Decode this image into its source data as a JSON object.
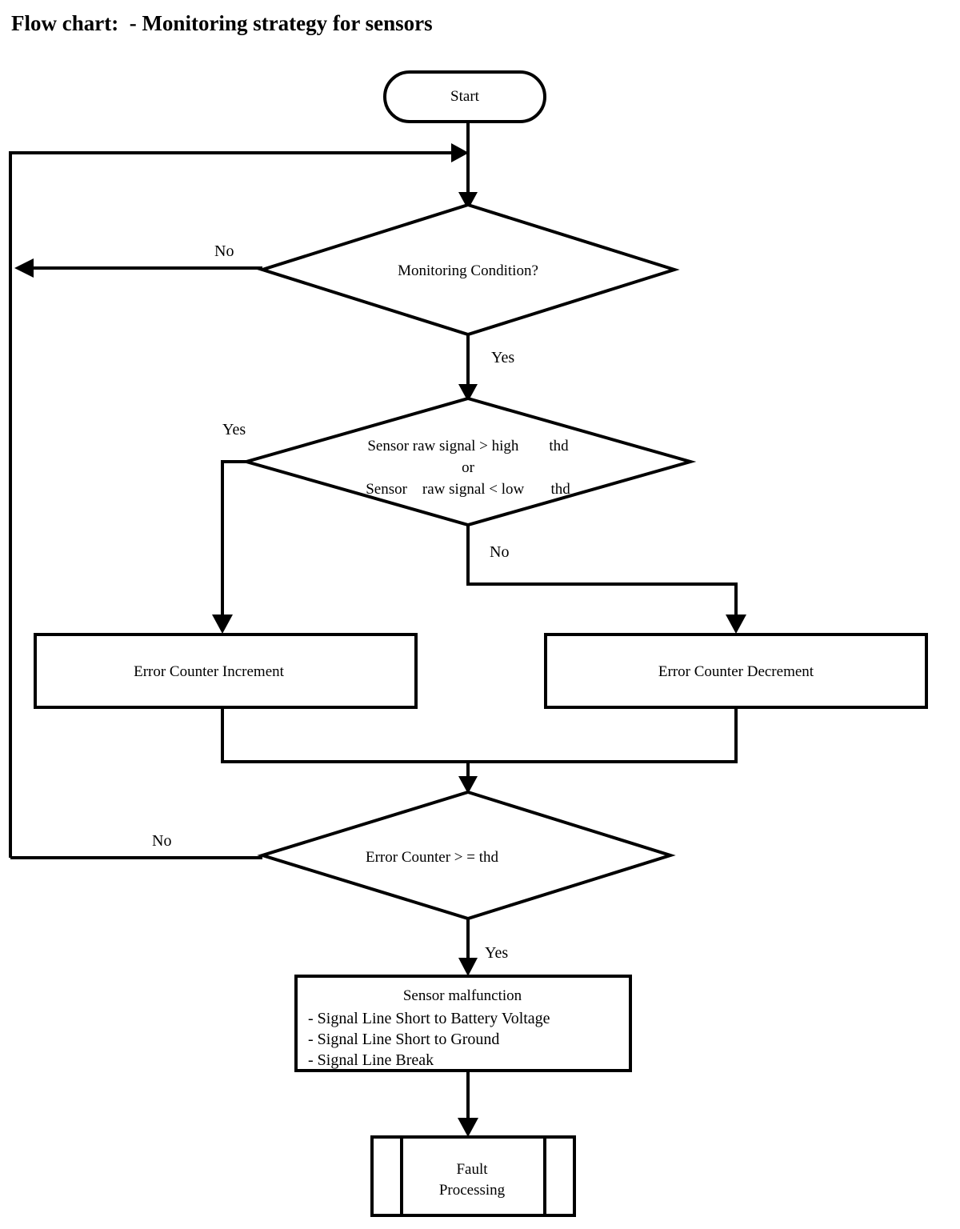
{
  "title": "Flow chart:  - Monitoring strategy for sensors",
  "nodes": {
    "start": {
      "label": "Start",
      "shape": "terminator"
    },
    "decision_monitoring": {
      "label": "Monitoring Condition?",
      "shape": "decision"
    },
    "decision_threshold": {
      "shape": "decision",
      "line1": "Sensor raw signal > high        thd",
      "line2": "or",
      "line3": "Sensor    raw signal < low       thd"
    },
    "error_counter_increment": {
      "label": "Error Counter Increment",
      "shape": "process"
    },
    "error_counter_decrement": {
      "label": "Error Counter Decrement",
      "shape": "process"
    },
    "decision_error_counter": {
      "label": "Error Counter > = thd",
      "shape": "decision"
    },
    "sensor_malfunction": {
      "shape": "process",
      "heading": "Sensor malfunction",
      "items": [
        "- Signal Line Short to Battery Voltage",
        "- Signal Line Short to Ground",
        "- Signal Line Break"
      ]
    },
    "fault_processing": {
      "shape": "predefined-process",
      "line1": "Fault",
      "line2": "Processing"
    }
  },
  "edge_labels": {
    "monitoring_no": "No",
    "monitoring_yes": "Yes",
    "threshold_yes": "Yes",
    "threshold_no": "No",
    "error_counter_no": "No",
    "error_counter_yes": "Yes"
  },
  "colors": {
    "stroke": "#000000",
    "fill": "#ffffff",
    "text": "#000000"
  }
}
